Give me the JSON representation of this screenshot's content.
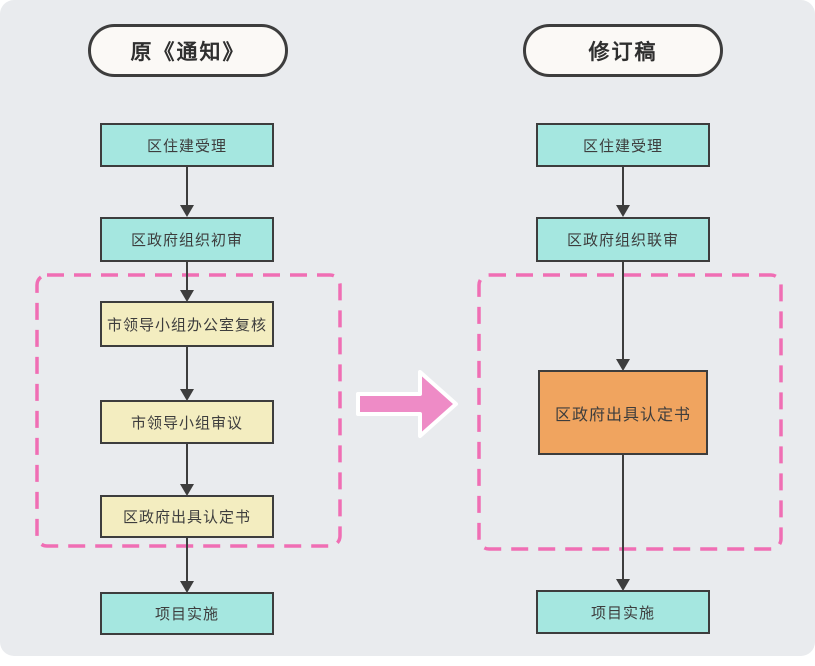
{
  "diagram": {
    "left": {
      "title": "原《通知》",
      "nodes": [
        {
          "label": "区住建受理",
          "type": "cyan"
        },
        {
          "label": "区政府组织初审",
          "type": "cyan"
        },
        {
          "label": "市领导小组办公室复核",
          "type": "yellow"
        },
        {
          "label": "市领导小组审议",
          "type": "yellow"
        },
        {
          "label": "区政府出具认定书",
          "type": "yellow"
        },
        {
          "label": "项目实施",
          "type": "cyan"
        }
      ],
      "highlight_zone": "dashed-pink around the three yellow middle steps"
    },
    "right": {
      "title": "修订稿",
      "nodes": [
        {
          "label": "区住建受理",
          "type": "cyan"
        },
        {
          "label": "区政府组织联审",
          "type": "cyan"
        },
        {
          "label": "区政府出具认定书",
          "type": "orange"
        },
        {
          "label": "项目实施",
          "type": "cyan"
        }
      ],
      "highlight_zone": "dashed-pink around the merged orange step"
    },
    "transform_arrow_direction": "right"
  },
  "colors": {
    "bg": "#e9ebee",
    "line": "#3d3d3d",
    "pill_bg": "#fbf9f6",
    "cyan": "#a5e7e0",
    "yellow": "#f3edc0",
    "orange": "#f0a45f",
    "pink_dash": "#f06eb4",
    "pink_arrow": "#ee8bc6"
  }
}
